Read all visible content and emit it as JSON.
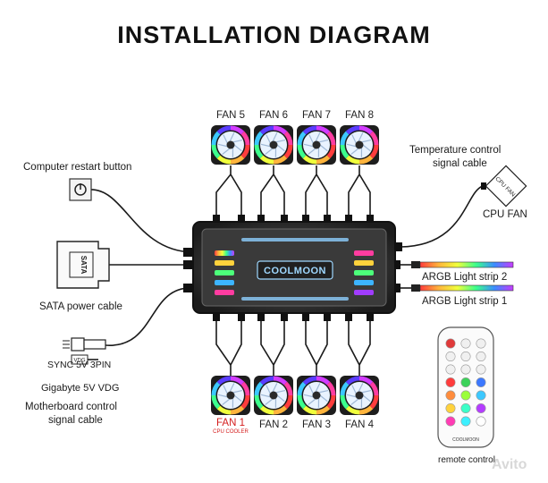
{
  "title": "INSTALLATION DIAGRAM",
  "fans_top": [
    "FAN 5",
    "FAN 6",
    "FAN 7",
    "FAN 8"
  ],
  "fans_bottom": [
    "FAN 1",
    "FAN 2",
    "FAN 3",
    "FAN 4"
  ],
  "fan1_sub": "CPU COOLER",
  "hub_label": "COOLMOON",
  "left_labels": {
    "restart": "Computer restart button",
    "sata_text": "SATA",
    "sata_cable": "SATA power cable",
    "sync": "SYNC 5V 3PIN",
    "vdg_tag": "VDG",
    "gigabyte": "Gigabyte 5V VDG",
    "mb_line1": "Motherboard control",
    "mb_line2": "signal cable"
  },
  "right_labels": {
    "temp_line1": "Temperature control",
    "temp_line2": "signal cable",
    "cpu_fan_box": "CPU FAN",
    "cpu_fan": "CPU FAN",
    "strip2": "ARGB Light strip 2",
    "strip1": "ARGB Light strip 1",
    "remote_brand": "COOLMOON",
    "remote": "remote control"
  },
  "watermark": "Avito",
  "colors": {
    "red": "#d41c1c",
    "hub": "#2b2b2b",
    "hub_text": "#9fd8ff"
  }
}
